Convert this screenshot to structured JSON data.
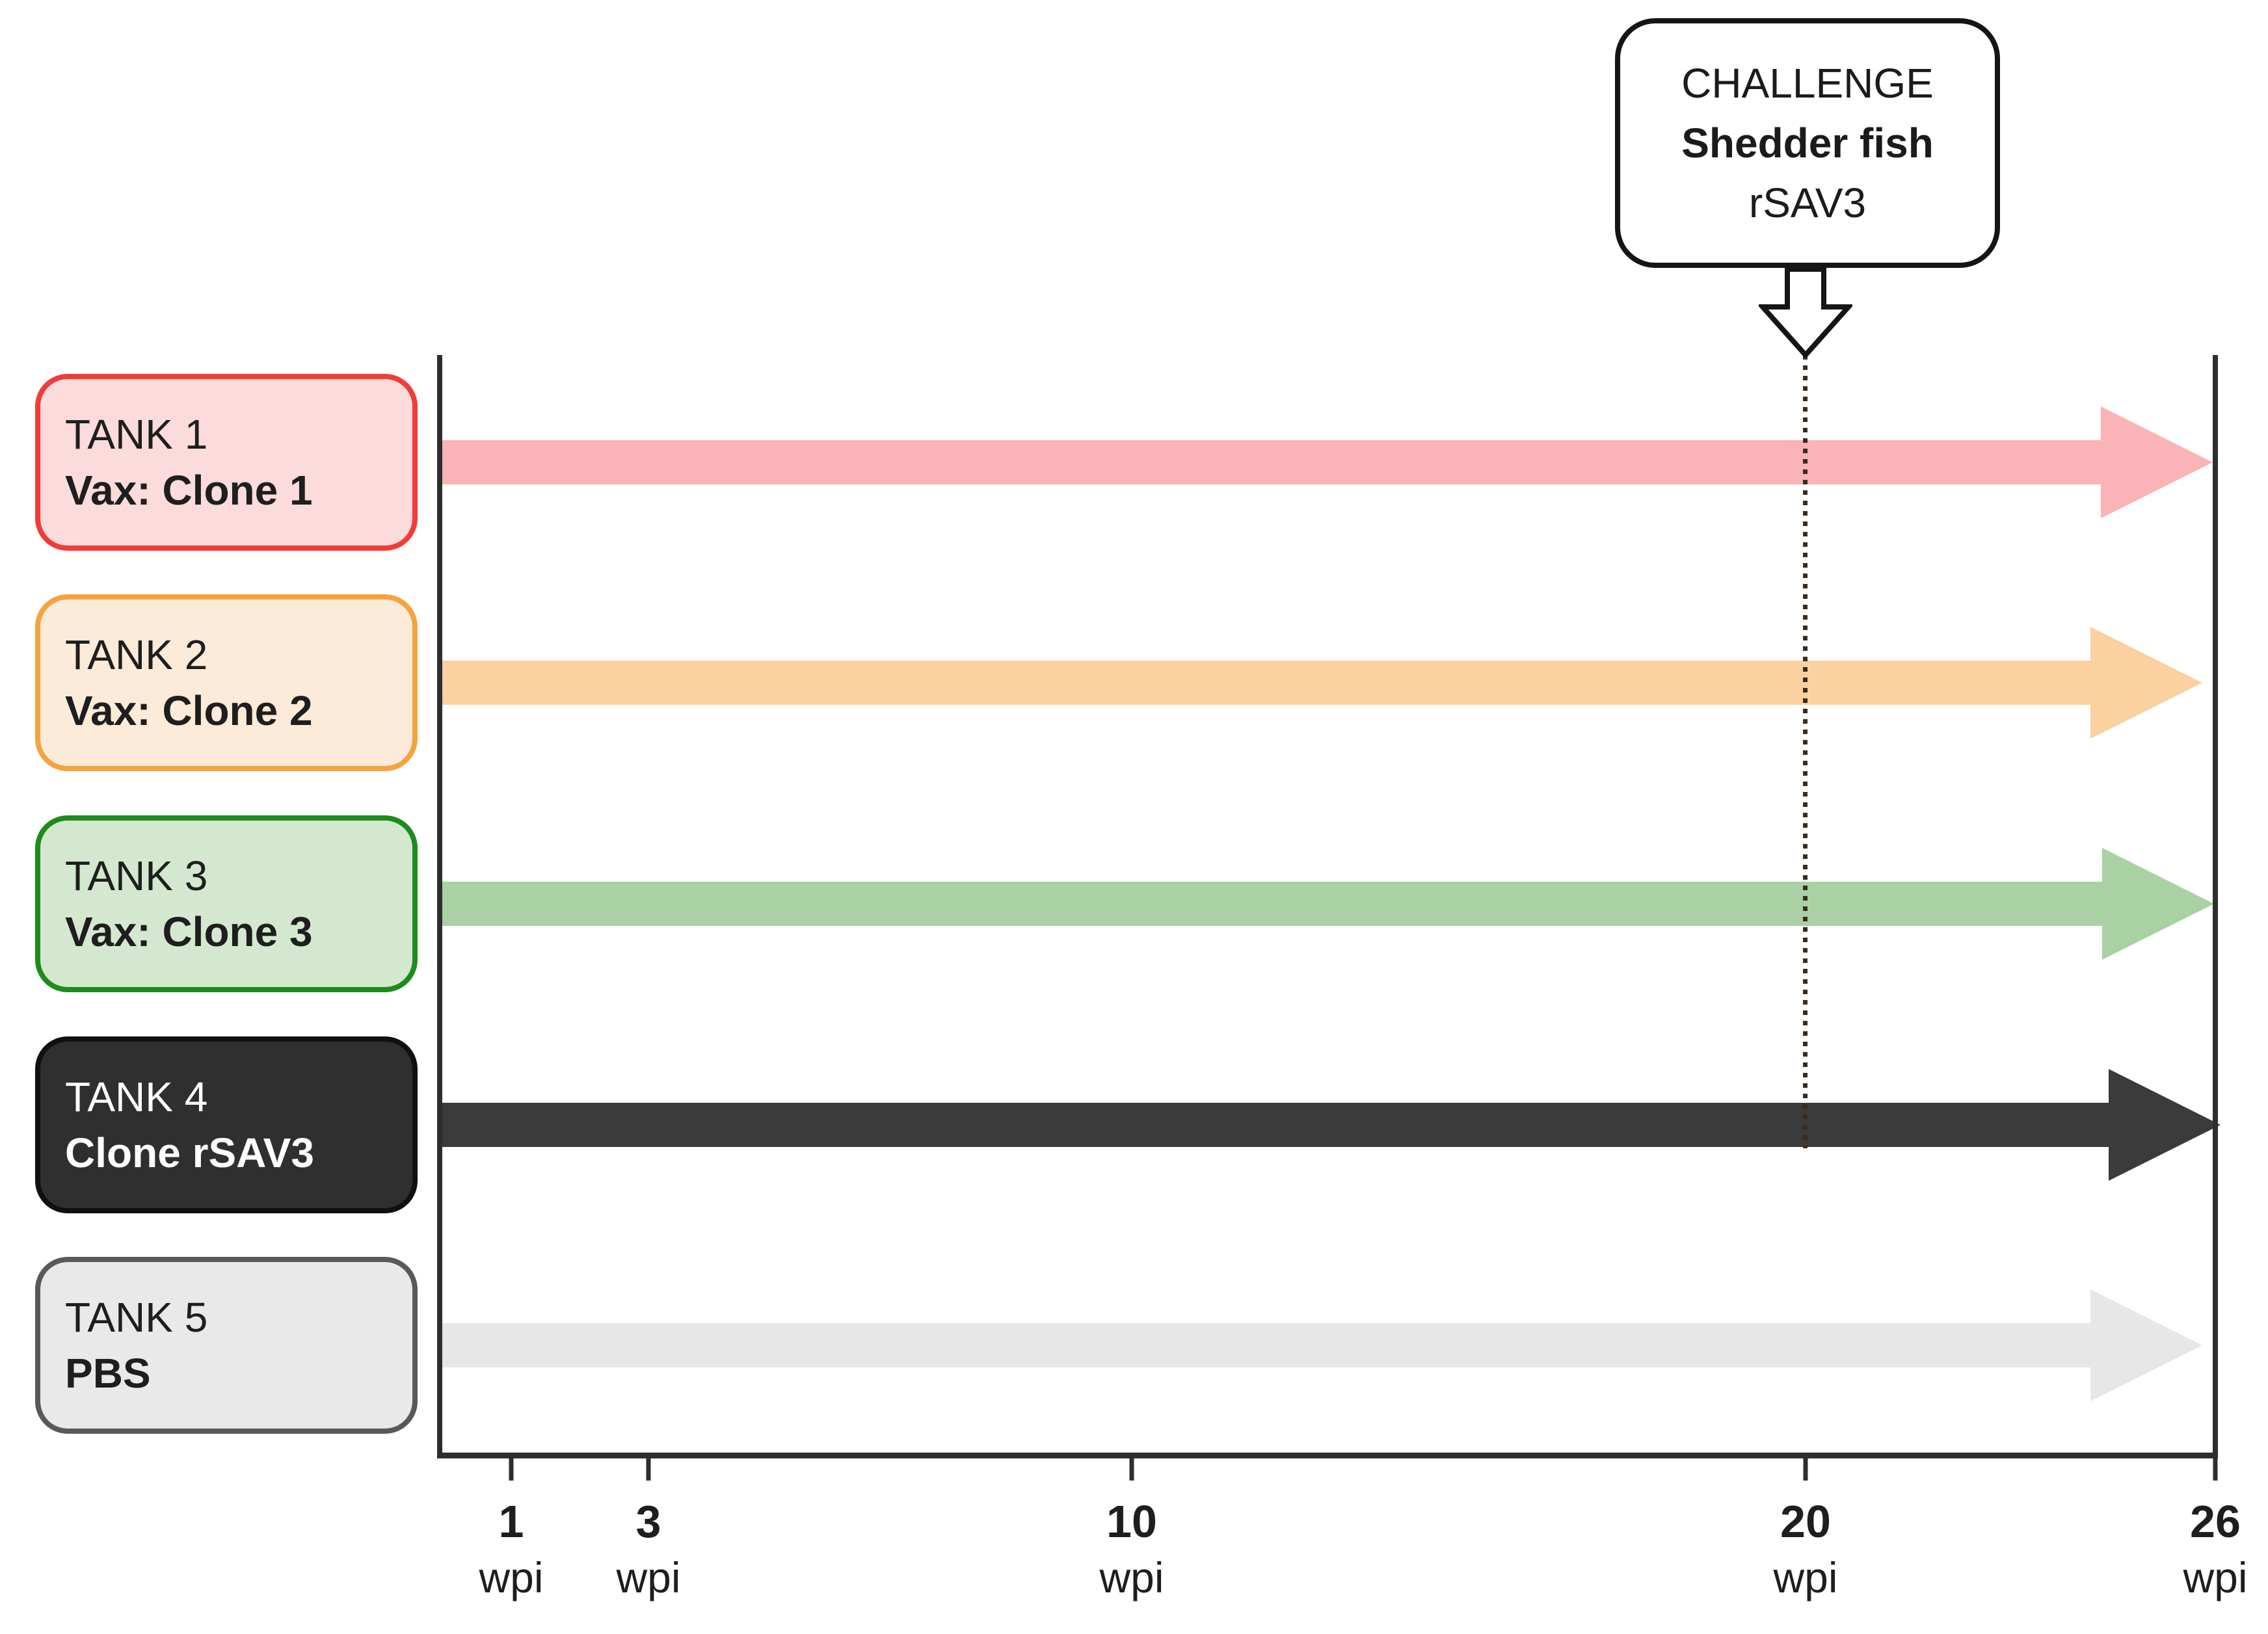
{
  "figure": {
    "description": "Experimental timeline diagram with five tank groups and a pathogen challenge at 20 wpi",
    "background_color": "#ffffff",
    "axis_color": "#2e2e2e"
  },
  "challenge": {
    "line1": "CHALLENGE",
    "line2": "Shedder fish",
    "line3": "rSAV3",
    "box_fill": "#ffffff",
    "box_border": "#151515",
    "dotted_line_color": "#3b2b1e",
    "points_to_tick": "20"
  },
  "tanks": [
    {
      "name": "TANK 1",
      "treatment": "Vax: Clone 1",
      "colors": {
        "box_border": "#f23c38",
        "box_fill": "#fbdbdb",
        "arrow": "#fab3b7",
        "label_text": "#1e1e1e"
      }
    },
    {
      "name": "TANK 2",
      "treatment": "Vax: Clone 2",
      "colors": {
        "box_border": "#f5a340",
        "box_fill": "#fcebd8",
        "arrow": "#fbd1a0",
        "label_text": "#1e1e1e"
      }
    },
    {
      "name": "TANK 3",
      "treatment": "Vax: Clone 3",
      "colors": {
        "box_border": "#1c8d1c",
        "box_fill": "#d4e8d0",
        "arrow": "#a9d1a3",
        "label_text": "#1e1e1e"
      }
    },
    {
      "name": "TANK 4",
      "treatment": "Clone rSAV3",
      "colors": {
        "box_border": "#101010",
        "box_fill": "#2f2f2f",
        "arrow": "#3b3b3b",
        "label_text": "#ffffff"
      }
    },
    {
      "name": "TANK 5",
      "treatment": "PBS",
      "colors": {
        "box_border": "#595959",
        "box_fill": "#e9e9e9",
        "arrow": "#e7e7e7",
        "label_text": "#1e1e1e"
      }
    }
  ],
  "x_axis": {
    "unit": "wpi",
    "ticks": [
      {
        "value": "1"
      },
      {
        "value": "3"
      },
      {
        "value": "10"
      },
      {
        "value": "20"
      },
      {
        "value": "26"
      }
    ]
  }
}
